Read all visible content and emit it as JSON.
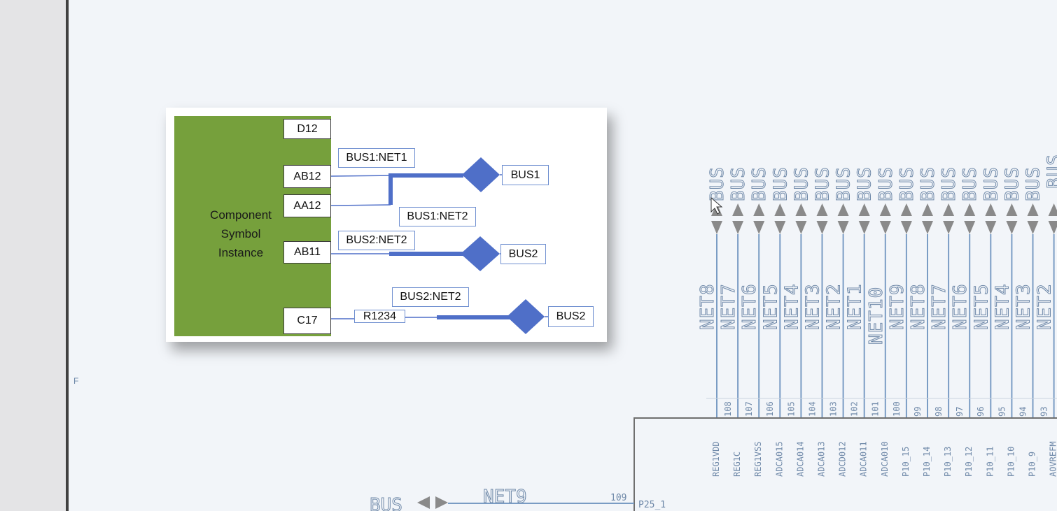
{
  "colors": {
    "schematic_line": "#7a9cc4",
    "schematic_text": "#6e88a8",
    "component_green": "#76a03c",
    "bus_blue": "#4f6fc8",
    "arrow_gray": "#8a8a8a"
  },
  "sheet": {
    "zone_letter": "F"
  },
  "callout": {
    "component_label": "Component Symbol Instance",
    "pins": {
      "d12": "D12",
      "ab12": "AB12",
      "aa12": "AA12",
      "ab11": "AB11",
      "c17": "C17"
    },
    "net_labels": {
      "bus1_net1": "BUS1:NET1",
      "bus1_net2": "BUS1:NET2",
      "bus2_net2_top": "BUS2:NET2",
      "bus2_net2_bottom": "BUS2:NET2"
    },
    "resistor": "R1234",
    "bus_labels": {
      "bus1": "BUS1",
      "bus2_top": "BUS2",
      "bus2_bottom": "BUS2"
    }
  },
  "schematic": {
    "columns": [
      {
        "bus": "BUS",
        "net": "NET8",
        "pin_number": "108",
        "pin_name": "REG1VDD"
      },
      {
        "bus": "BUS",
        "net": "NET7",
        "pin_number": "107",
        "pin_name": "REG1C"
      },
      {
        "bus": "BUS",
        "net": "NET6",
        "pin_number": "106",
        "pin_name": "REG1VSS"
      },
      {
        "bus": "BUS",
        "net": "NET5",
        "pin_number": "105",
        "pin_name": "ADCA015"
      },
      {
        "bus": "BUS",
        "net": "NET4",
        "pin_number": "104",
        "pin_name": "ADCA014"
      },
      {
        "bus": "BUS",
        "net": "NET3",
        "pin_number": "103",
        "pin_name": "ADCA013"
      },
      {
        "bus": "BUS",
        "net": "NET2",
        "pin_number": "102",
        "pin_name": "ADCD012"
      },
      {
        "bus": "BUS",
        "net": "NET1",
        "pin_number": "101",
        "pin_name": "ADCA011"
      },
      {
        "bus": "BUS",
        "net": "NET10",
        "pin_number": "100",
        "pin_name": "ADCA010"
      },
      {
        "bus": "BUS",
        "net": "NET9",
        "pin_number": "99",
        "pin_name": "P10_15"
      },
      {
        "bus": "BUS",
        "net": "NET8",
        "pin_number": "98",
        "pin_name": "P10_14"
      },
      {
        "bus": "BUS",
        "net": "NET7",
        "pin_number": "97",
        "pin_name": "P10_13"
      },
      {
        "bus": "BUS",
        "net": "NET6",
        "pin_number": "96",
        "pin_name": "P10_12"
      },
      {
        "bus": "BUS",
        "net": "NET5",
        "pin_number": "95",
        "pin_name": "P10_11"
      },
      {
        "bus": "BUS",
        "net": "NET4",
        "pin_number": "94",
        "pin_name": "P10_10"
      },
      {
        "bus": "BUS",
        "net": "NET3",
        "pin_number": "93",
        "pin_name": "P10_9"
      },
      {
        "bus": "BUS",
        "net": "NET2",
        "pin_number": "",
        "pin_name": "AOVREFM"
      }
    ],
    "bottom": {
      "bus": "BUS",
      "net": "NET9",
      "pin_number": "109",
      "pin_name": "P25_1"
    }
  }
}
